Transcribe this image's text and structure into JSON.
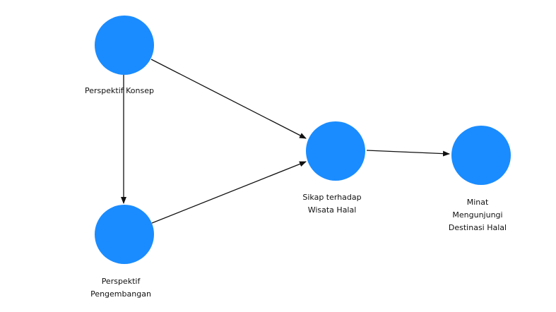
{
  "diagram": {
    "node_color": "#1a8cff",
    "edge_color": "#111111",
    "nodes": {
      "perspektif_konsep": {
        "lines": [
          "Perspektif Konsep"
        ]
      },
      "perspektif_pengembangan": {
        "lines": [
          "Perspektif",
          "Pengembangan"
        ]
      },
      "sikap": {
        "lines": [
          "Sikap terhadap",
          "Wisata Halal"
        ]
      },
      "minat": {
        "lines": [
          "Minat",
          "Mengunjungi",
          "Destinasi Halal"
        ]
      }
    },
    "edges": [
      {
        "from": "Perspektif Konsep",
        "to": "Perspektif Pengembangan"
      },
      {
        "from": "Perspektif Konsep",
        "to": "Sikap terhadap Wisata Halal"
      },
      {
        "from": "Perspektif Pengembangan",
        "to": "Sikap terhadap Wisata Halal"
      },
      {
        "from": "Sikap terhadap Wisata Halal",
        "to": "Minat Mengunjungi Destinasi Halal"
      }
    ]
  }
}
